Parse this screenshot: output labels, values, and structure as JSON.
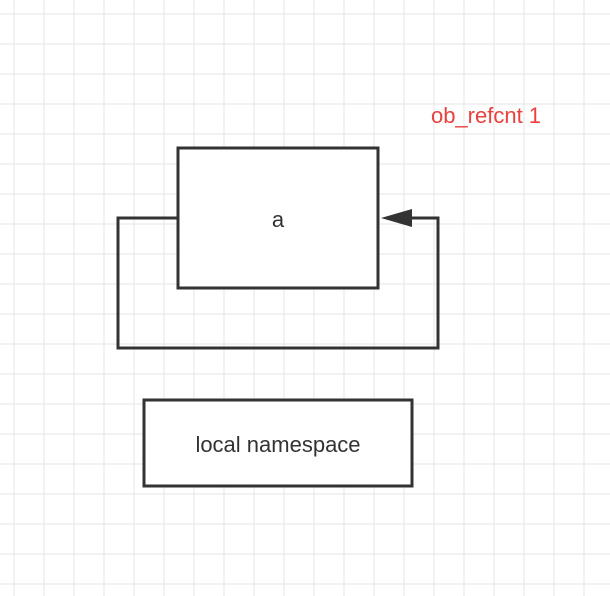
{
  "nodes": {
    "object_a": {
      "label": "a"
    },
    "local_namespace": {
      "label": "local namespace"
    }
  },
  "annotation": {
    "text": "ob_refcnt 1"
  },
  "edges": [
    {
      "from": "object_a",
      "to": "object_a",
      "kind": "self-reference"
    }
  ],
  "colors": {
    "grid": "#e6e6e6",
    "stroke": "#333333",
    "text": "#333333",
    "annotation": "#e8413f",
    "background": "#ffffff"
  }
}
